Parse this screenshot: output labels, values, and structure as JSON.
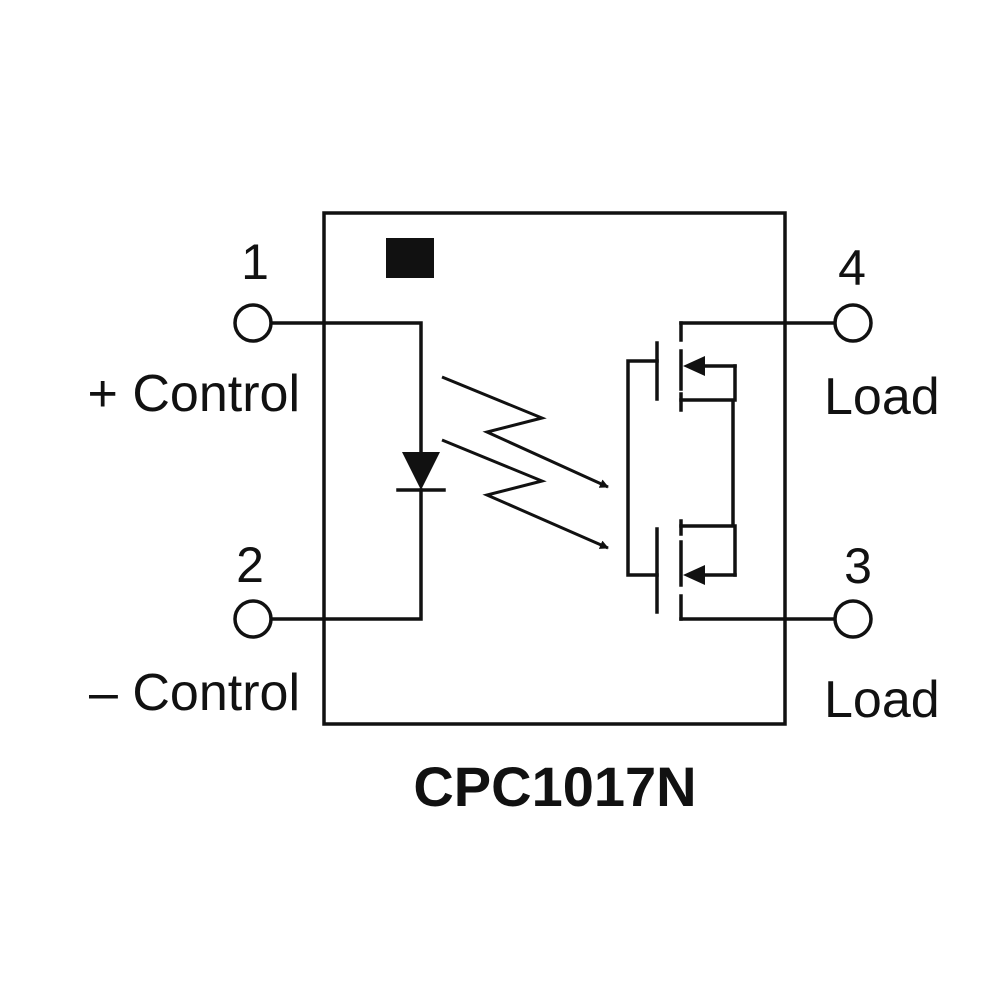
{
  "pins": [
    {
      "number": "1",
      "function": "+ Control"
    },
    {
      "number": "2",
      "function": "– Control"
    },
    {
      "number": "4",
      "function": "Load"
    },
    {
      "number": "3",
      "function": "Load"
    }
  ],
  "part_number": "CPC1017N",
  "colors": {
    "ink": "#111111",
    "background": "#ffffff"
  }
}
